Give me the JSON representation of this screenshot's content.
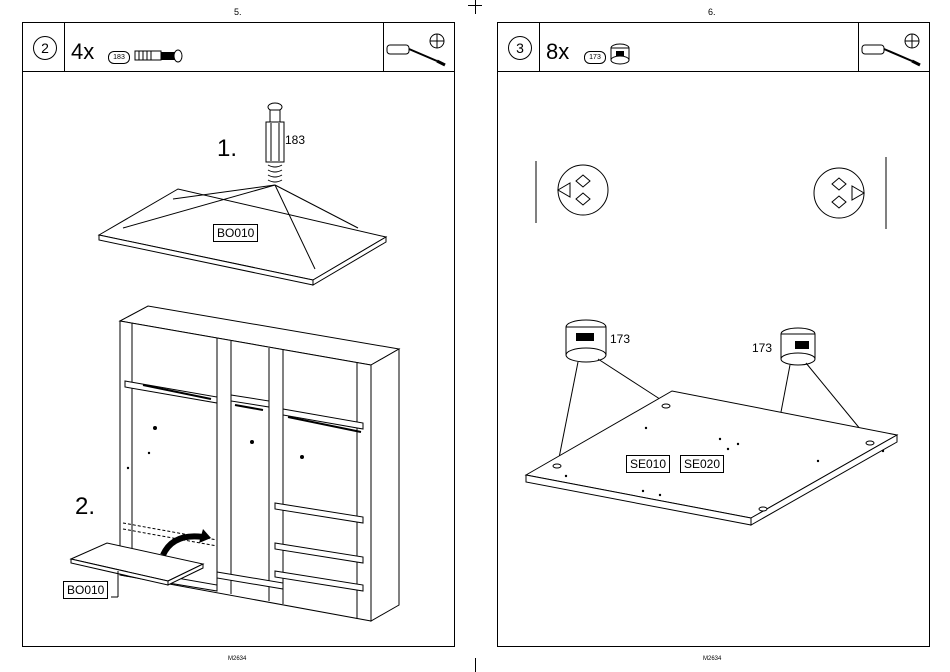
{
  "pages": {
    "left_number": "5.",
    "right_number": "6.",
    "left_footer": "M2634",
    "right_footer": "M2634"
  },
  "step2": {
    "step": "2",
    "quantity": "4x",
    "part_ref": "183",
    "tool_icon": "screwdriver-phillips-icon",
    "substep1": "1.",
    "substep2": "2.",
    "screw_label": "183",
    "board_label_top": "BO010",
    "board_label_bottom": "BO010"
  },
  "step3": {
    "step": "3",
    "quantity": "8x",
    "part_ref": "173",
    "tool_icon": "screwdriver-phillips-icon",
    "cam_label_left": "173",
    "cam_label_right": "173",
    "tag_a": "SE010",
    "tag_b": "SE020"
  }
}
